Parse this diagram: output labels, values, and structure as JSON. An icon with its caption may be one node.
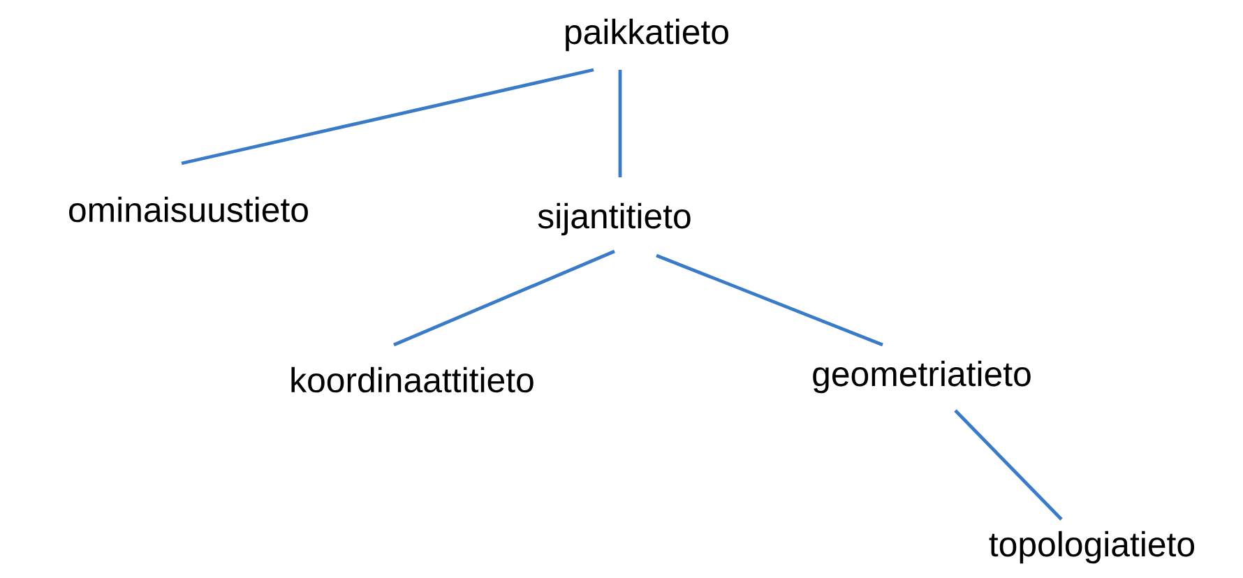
{
  "diagram": {
    "nodes": [
      {
        "text": [
          "paikkatieto"
        ]
      },
      {
        "text": [
          "ominaisuustieto"
        ]
      },
      {
        "text": [
          "sijantitieto"
        ]
      },
      {
        "text": [
          "koordinaattitieto"
        ]
      },
      {
        "text": [
          "geometriatieto"
        ]
      },
      {
        "text": [
          "topologiatieto"
        ]
      }
    ],
    "edges": [
      {
        "from": 0,
        "to": 1,
        "arrow": "none"
      },
      {
        "from": 0,
        "to": 2,
        "arrow": "none"
      },
      {
        "from": 2,
        "to": 3,
        "arrow": "none"
      },
      {
        "from": 2,
        "to": 4,
        "arrow": "none"
      },
      {
        "from": 4,
        "to": 5,
        "arrow": "none"
      }
    ]
  }
}
